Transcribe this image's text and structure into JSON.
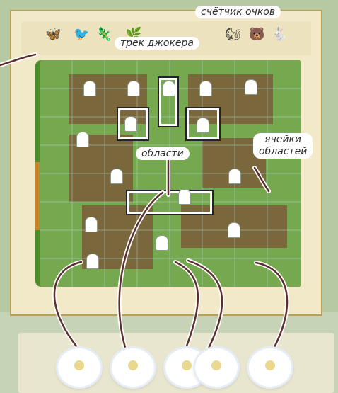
{
  "labels": {
    "score_counter": "счётчик очков",
    "joker_track": "трек джокера",
    "areas": "области",
    "area_cells_line1": "ячейки",
    "area_cells_line2": "областей"
  }
}
